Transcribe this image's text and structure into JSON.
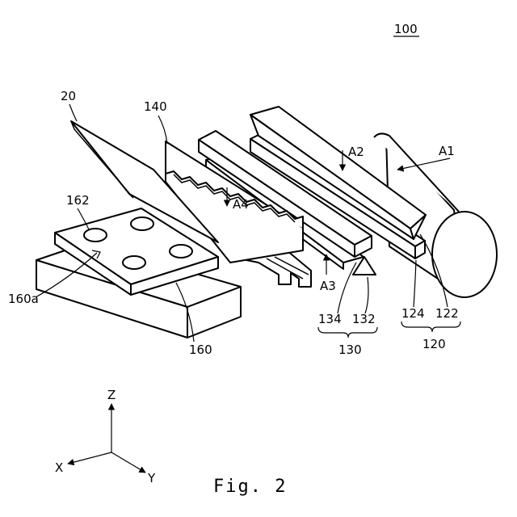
{
  "labels": {
    "device": "100",
    "workpiece": "20",
    "blade_assembly": "140",
    "dot": "162",
    "surface": "160a",
    "stage": "160",
    "roller_part": "134",
    "roller_small": "132",
    "group_130": "130",
    "part_124": "124",
    "part_122": "122",
    "group_120": "120",
    "arrow_a1": "A1",
    "arrow_a2": "A2",
    "arrow_a3": "A3",
    "arrow_a4": "A4"
  },
  "axes": {
    "z": "Z",
    "x": "X",
    "y": "Y"
  },
  "caption": "Fig. 2"
}
